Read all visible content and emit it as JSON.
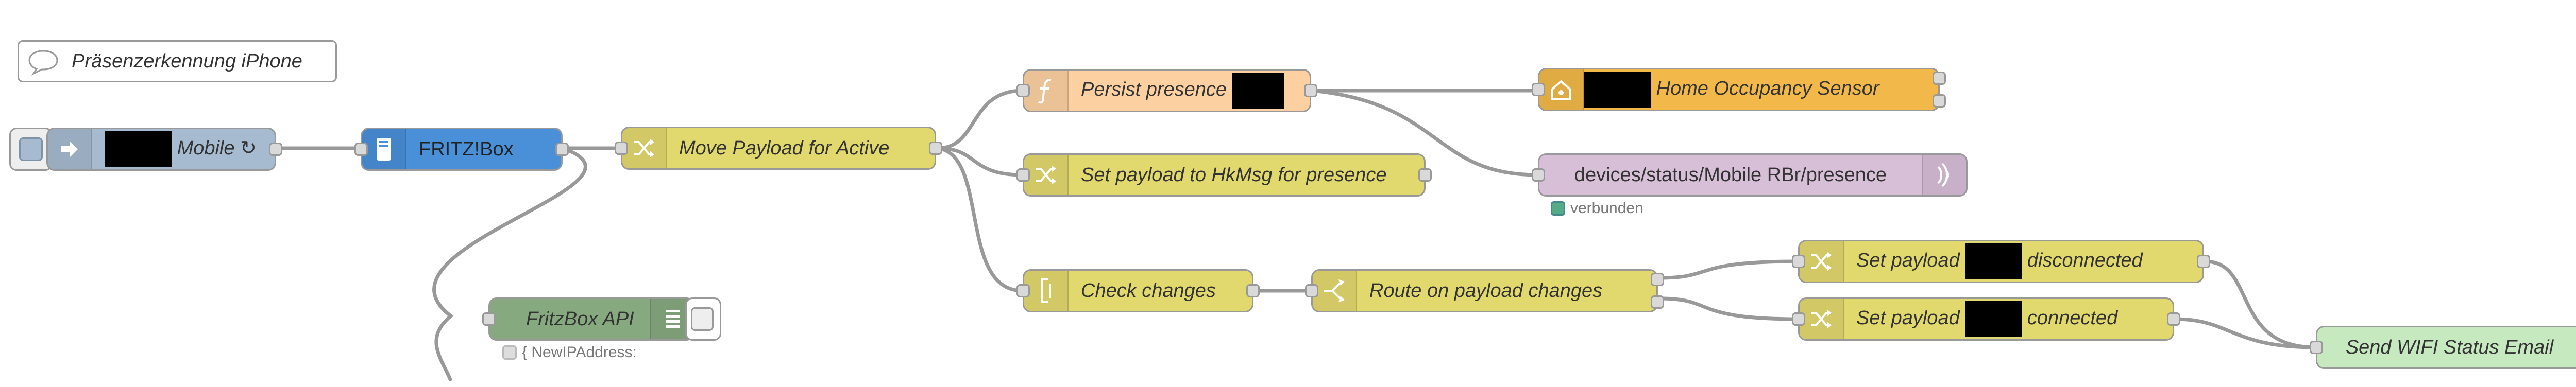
{
  "comment": {
    "label": "Präsenzerkennung iPhone"
  },
  "nodes": {
    "mobile_inject": {
      "label_suffix": "Mobile ↻",
      "color": "#a6bbcf"
    },
    "fritzbox": {
      "label": "FRITZ!Box",
      "color": "#4a90d9"
    },
    "move_payload": {
      "label": "Move Payload for Active",
      "color": "#e2d96e"
    },
    "fritzbox_api": {
      "label": "FritzBox API",
      "color": "#87a980"
    },
    "fritzbox_api_status": {
      "text": "{ NewIPAddress:"
    },
    "persist_presence": {
      "label": "Persist presence",
      "color": "#fdd0a2"
    },
    "set_payload_hkmsg": {
      "label": "Set payload to HkMsg for presence",
      "color": "#e2d96e"
    },
    "check_changes": {
      "label": "Check changes",
      "color": "#e2d96e"
    },
    "route_payload": {
      "label": "Route on payload changes",
      "color": "#e2d96e"
    },
    "home_occupancy": {
      "label": "Home Occupancy Sensor",
      "color": "#f3b84a"
    },
    "mqtt_presence": {
      "label": "devices/status/Mobile RBr/presence",
      "color": "#d8bfd8"
    },
    "mqtt_status": {
      "text": "verbunden",
      "color": "#5a8"
    },
    "set_disconnected": {
      "prefix": "Set payload",
      "suffix": "disconnected",
      "color": "#e2d96e"
    },
    "set_connected": {
      "prefix": "Set payload",
      "suffix": "connected",
      "color": "#e2d96e"
    },
    "send_email": {
      "label": "Send WIFI Status Email",
      "color": "#c7e9c0"
    }
  },
  "icons": {
    "comment": "speech-bubble-icon",
    "inject": "arrow-right-icon",
    "fritzbox": "router-icon",
    "change": "shuffle-icon",
    "function": "function-icon",
    "homekit": "home-icon",
    "rbe": "bracket-icon",
    "switch": "switch-icon",
    "mqtt": "wifi-icon",
    "debug": "list-icon",
    "email": "envelope-icon"
  }
}
